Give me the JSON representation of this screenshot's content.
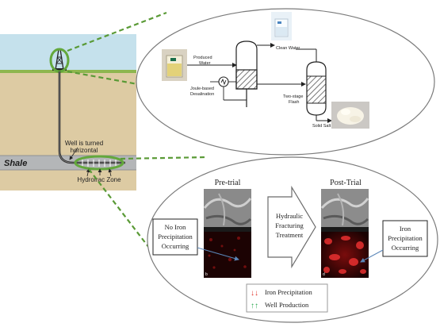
{
  "wellsite": {
    "well_turned_label_line1": "Well is turned",
    "well_turned_label_line2": "horizontal",
    "shale_label": "Shale",
    "hydrofrac_label": "Hydrofrac Zone"
  },
  "desalination_process": {
    "produced_water_line1": "Produced",
    "produced_water_line2": "Water",
    "clean_water": "Clean Water",
    "joule_line1": "Joule-based",
    "joule_line2": "Desalination",
    "flash_line1": "Two-stage",
    "flash_line2": "Flash",
    "solid_salt": "Solid Salt"
  },
  "trial": {
    "pre_trial_title": "Pre-trial",
    "post_trial_title": "Post-Trial",
    "arrow_line1": "Hydraulic",
    "arrow_line2": "Fracturing",
    "arrow_line3": "Treatment",
    "no_iron_line1": "No Iron",
    "no_iron_line2": "Precipitation",
    "no_iron_line3": "Occurring",
    "iron_line1": "Iron",
    "iron_line2": "Precipitation",
    "iron_line3": "Occurring",
    "legend_down_arrows": "↓↓",
    "legend_iron": "Iron Precipitation",
    "legend_up_arrows": "↑↑",
    "legend_well": "Well Production"
  },
  "colors": {
    "sky": "#c5e1ec",
    "ground": "#ddcba3",
    "shale": "#b4b6b8",
    "zone_highlight": "#63a83c",
    "dashed_line": "#5a9a36",
    "down_arrow": "#e0332b",
    "up_arrow": "#2aa84e"
  }
}
